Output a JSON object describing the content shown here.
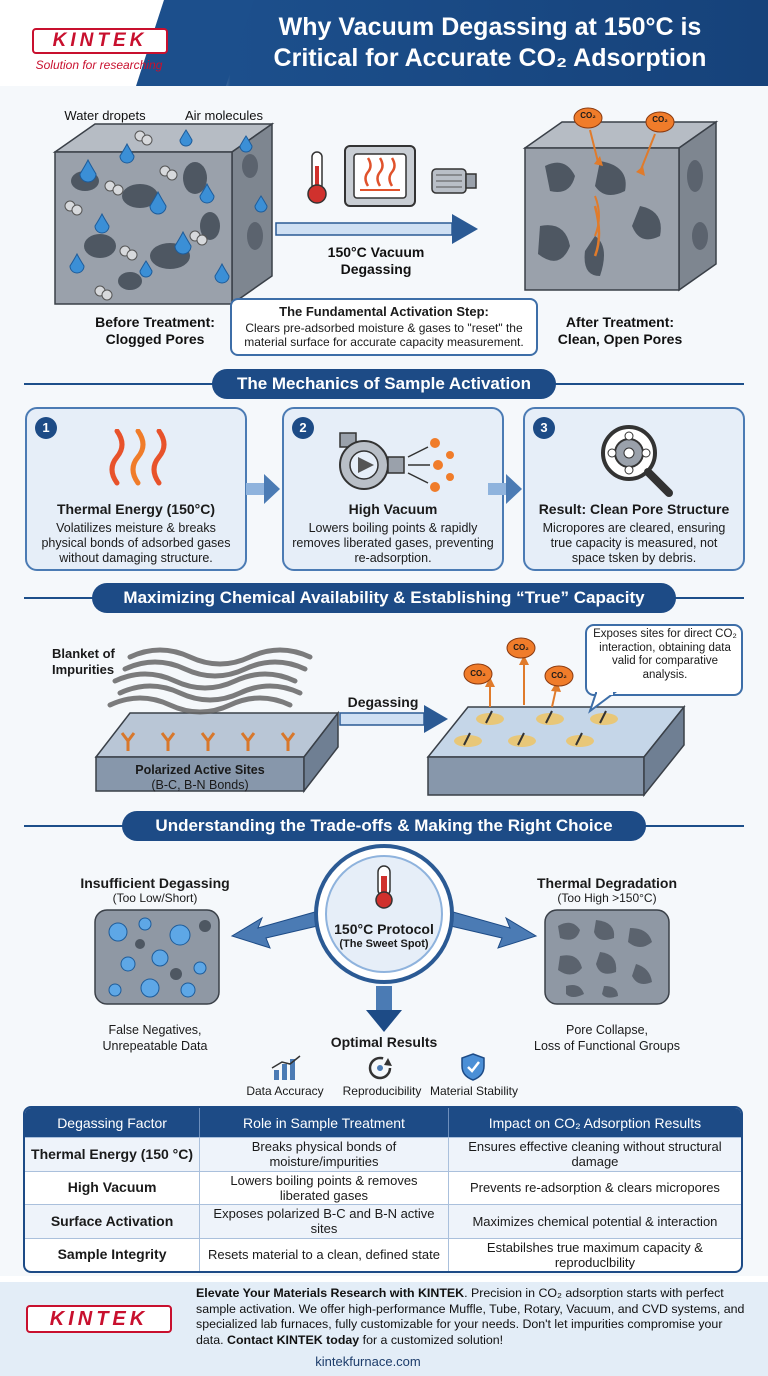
{
  "header": {
    "logo": "KINTEK",
    "tagline": "Solution for researching",
    "title_line1": "Why Vacuum Degassing at 150°C is",
    "title_line2": "Critical for Accurate CO₂ Adsorption"
  },
  "hero": {
    "water_label": "Water dropets",
    "air_label": "Air molecules",
    "process_label_1": "150°C Vacuum",
    "process_label_2": "Degassing",
    "before_1": "Before Treatment:",
    "before_2": "Clogged Pores",
    "after_1": "After Treatment:",
    "after_2": "Clean, Open Pores",
    "co2_tag": "CO₂",
    "callout_title": "The Fundamental Activation Step:",
    "callout_text": "Clears pre-adsorbed moisture & gases to \"reset\" the material surface for accurate capacity measurement."
  },
  "mechanics": {
    "heading": "The Mechanics of Sample Activation",
    "cards": [
      {
        "num": "1",
        "title": "Thermal Energy (150°C)",
        "desc": "Volatilizes meisture & breaks physical bonds of adsorbed gases without damaging structure.",
        "icon": "heat-waves-icon"
      },
      {
        "num": "2",
        "title": "High Vacuum",
        "desc": "Lowers boiling points & rapidly removes liberated gases, preventing re-adsorption.",
        "icon": "vacuum-pump-icon"
      },
      {
        "num": "3",
        "title": "Result: Clean Pore Structure",
        "desc": "Micropores are cleared, ensuring true capacity is measured, not space tsken by debris.",
        "icon": "magnifier-icon"
      }
    ]
  },
  "availability": {
    "heading": "Maximizing Chemical Availability & Establishing “True” Capacity",
    "blanket_1": "Blanket of",
    "blanket_2": "Impurities",
    "sites_1": "Polarized Active Sites",
    "sites_2": "(B-C, B-N Bonds)",
    "arrow_label": "Degassing",
    "co2_tag": "CO₂",
    "bubble_text": "Exposes sites for direct CO₂ interaction, obtaining data valid for comparative analysis."
  },
  "tradeoffs": {
    "heading": "Understanding the Trade-offs & Making the Right Choice",
    "left_title": "Insufficient Degassing",
    "left_sub": "(Too Low/Short)",
    "left_result_1": "False Negatives,",
    "left_result_2": "Unrepeatable Data",
    "center_title": "150°C Protocol",
    "center_sub": "(The Sweet Spot)",
    "right_title": "Thermal Degradation",
    "right_sub": "(Too High >150°C)",
    "right_result_1": "Pore Collapse,",
    "right_result_2": "Loss of Functional Groups",
    "optimal": "Optimal Results",
    "benefits": [
      "Data Accuracy",
      "Reproducibility",
      "Material Stability"
    ]
  },
  "table": {
    "headers": [
      "Degassing Factor",
      "Role in Sample Treatment",
      "Impact on CO₂ Adsorption Results"
    ],
    "rows": [
      [
        "Thermal Energy (150 °C)",
        "Breaks physical bonds of moisture/impurities",
        "Ensures effective cleaning without structural damage"
      ],
      [
        "High Vacuum",
        "Lowers boiling points & removes liberated gases",
        "Prevents re-adsorption & clears micropores"
      ],
      [
        "Surface Activation",
        "Exposes polarized B-C and B-N active sites",
        "Maximizes chemical potential & interaction"
      ],
      [
        "Sample Integrity",
        "Resets material to a clean, defined state",
        "Estabilshes true maximum capacity & reproduclbility"
      ]
    ]
  },
  "footer": {
    "logo": "KINTEK",
    "bold_lead": "Elevate Your Materials Research with KINTEK",
    "text_a": ". Precision in CO₂ adsorption starts with perfect sample activation. We offer high-performance Muffle, Tube, Rotary, Vacuum, and CVD systems, and specialized lab furnaces, fully customizable for your needs. Don't let impurities compromise your data. ",
    "bold_cta": "Contact KINTEK today",
    "text_b": " for a customized solution!",
    "url": "kintekfurnace.com"
  }
}
